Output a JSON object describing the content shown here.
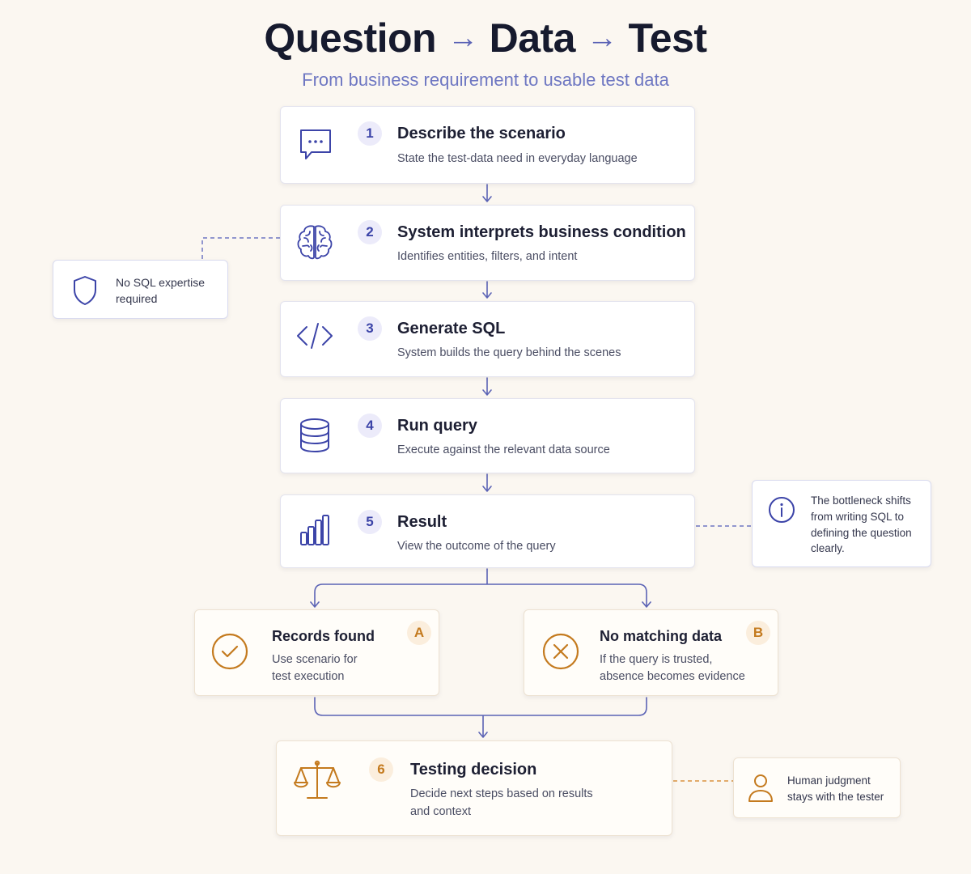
{
  "header": {
    "title_parts": [
      "Question",
      "Data",
      "Test"
    ],
    "title_arrow": "→",
    "subtitle": "From business requirement to usable test data"
  },
  "steps": [
    {
      "number": "1",
      "title": "Describe the scenario",
      "description": "State the test-data need in everyday language",
      "icon": "chat-bubble-icon"
    },
    {
      "number": "2",
      "title": "System interprets business condition",
      "description": "Identifies entities, filters, and intent",
      "icon": "brain-icon"
    },
    {
      "number": "3",
      "title": "Generate SQL",
      "description": "System builds the query behind the scenes",
      "icon": "code-icon"
    },
    {
      "number": "4",
      "title": "Run query",
      "description": "Execute against the relevant data source",
      "icon": "database-icon"
    },
    {
      "number": "5",
      "title": "Result",
      "description": "View the outcome of the query",
      "icon": "bar-chart-icon"
    }
  ],
  "outcomes": [
    {
      "letter": "A",
      "title": "Records found",
      "description_lines": [
        "Use scenario for",
        "test execution"
      ],
      "icon": "check-circle-icon"
    },
    {
      "letter": "B",
      "title": "No matching data",
      "description_lines": [
        "If the query is trusted,",
        "absence becomes evidence"
      ],
      "icon": "x-circle-icon"
    }
  ],
  "decision": {
    "number": "6",
    "title": "Testing decision",
    "description_lines": [
      "Decide next steps based on results",
      "and context"
    ],
    "icon": "scales-icon"
  },
  "notes": {
    "no_sql": {
      "lines": [
        "No SQL expertise",
        "required"
      ],
      "icon": "shield-icon"
    },
    "bottleneck": {
      "lines": [
        "The bottleneck shifts",
        "from writing SQL to",
        "defining the question",
        "clearly."
      ],
      "icon": "info-icon"
    },
    "human": {
      "lines": [
        "Human judgment",
        "stays with the tester"
      ],
      "icon": "person-icon"
    }
  },
  "colors": {
    "background": "#fbf7f1",
    "primary_accent": "#3c44a8",
    "secondary_accent": "#c47a1e",
    "connector": "#5b63b5"
  }
}
